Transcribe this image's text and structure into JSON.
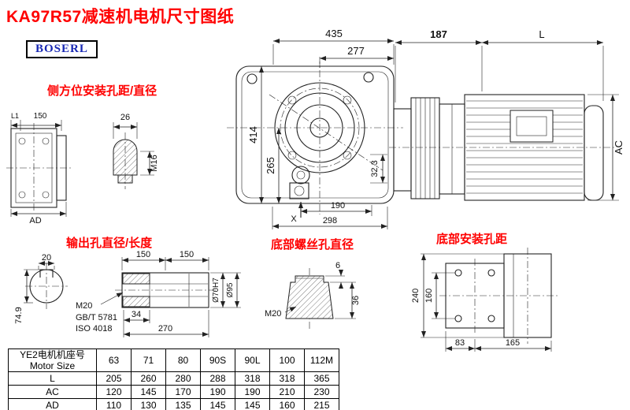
{
  "page": {
    "title": "KA97R57减速机电机尺寸图纸",
    "logo_text": "BOSERL"
  },
  "labels": {
    "side_mount": "侧方位安装孔距/直径",
    "output_hole": "输出孔直径/长度",
    "bottom_screw": "底部螺丝孔直径",
    "bottom_mount": "底部安装孔距"
  },
  "dims": {
    "main_width": "435",
    "main_inner_width": "277",
    "main_height": "414",
    "center_height": "265",
    "offset_32_3": "32.3",
    "foot_width": "190",
    "base_width": "298",
    "x_mark": "X",
    "adapter_len": "187",
    "motor_len": "L",
    "motor_dia": "AC",
    "side_l1": "L1",
    "side_width": "150",
    "side_ad": "AD",
    "plug_width": "26",
    "plug_thread": "M16",
    "key_width": "20",
    "key_depth": "74.9",
    "shaft_len1": "150",
    "shaft_len2": "150",
    "shaft_thread": "M20",
    "shaft_std1": "GB/T 5781",
    "shaft_std2": "ISO 4018",
    "shaft_step": "34",
    "shaft_total": "270",
    "shaft_dia": "Ø70H7",
    "shaft_dia2": "Ø95",
    "screw_step": "6",
    "screw_len": "36",
    "screw_thread": "M20",
    "base_height": "240",
    "hole_spacing": "160",
    "hole_offset": "83",
    "hole_pitch": "165"
  },
  "table": {
    "header_line1": "YE2电机机座号",
    "header_line2": "Motor Size",
    "columns": [
      "63",
      "71",
      "80",
      "90S",
      "90L",
      "100",
      "112M"
    ],
    "rows": [
      {
        "label": "L",
        "values": [
          "205",
          "260",
          "280",
          "288",
          "318",
          "318",
          "365"
        ]
      },
      {
        "label": "AC",
        "values": [
          "120",
          "145",
          "170",
          "190",
          "190",
          "210",
          "230"
        ]
      },
      {
        "label": "AD",
        "values": [
          "110",
          "130",
          "135",
          "145",
          "145",
          "160",
          "215"
        ]
      }
    ]
  }
}
